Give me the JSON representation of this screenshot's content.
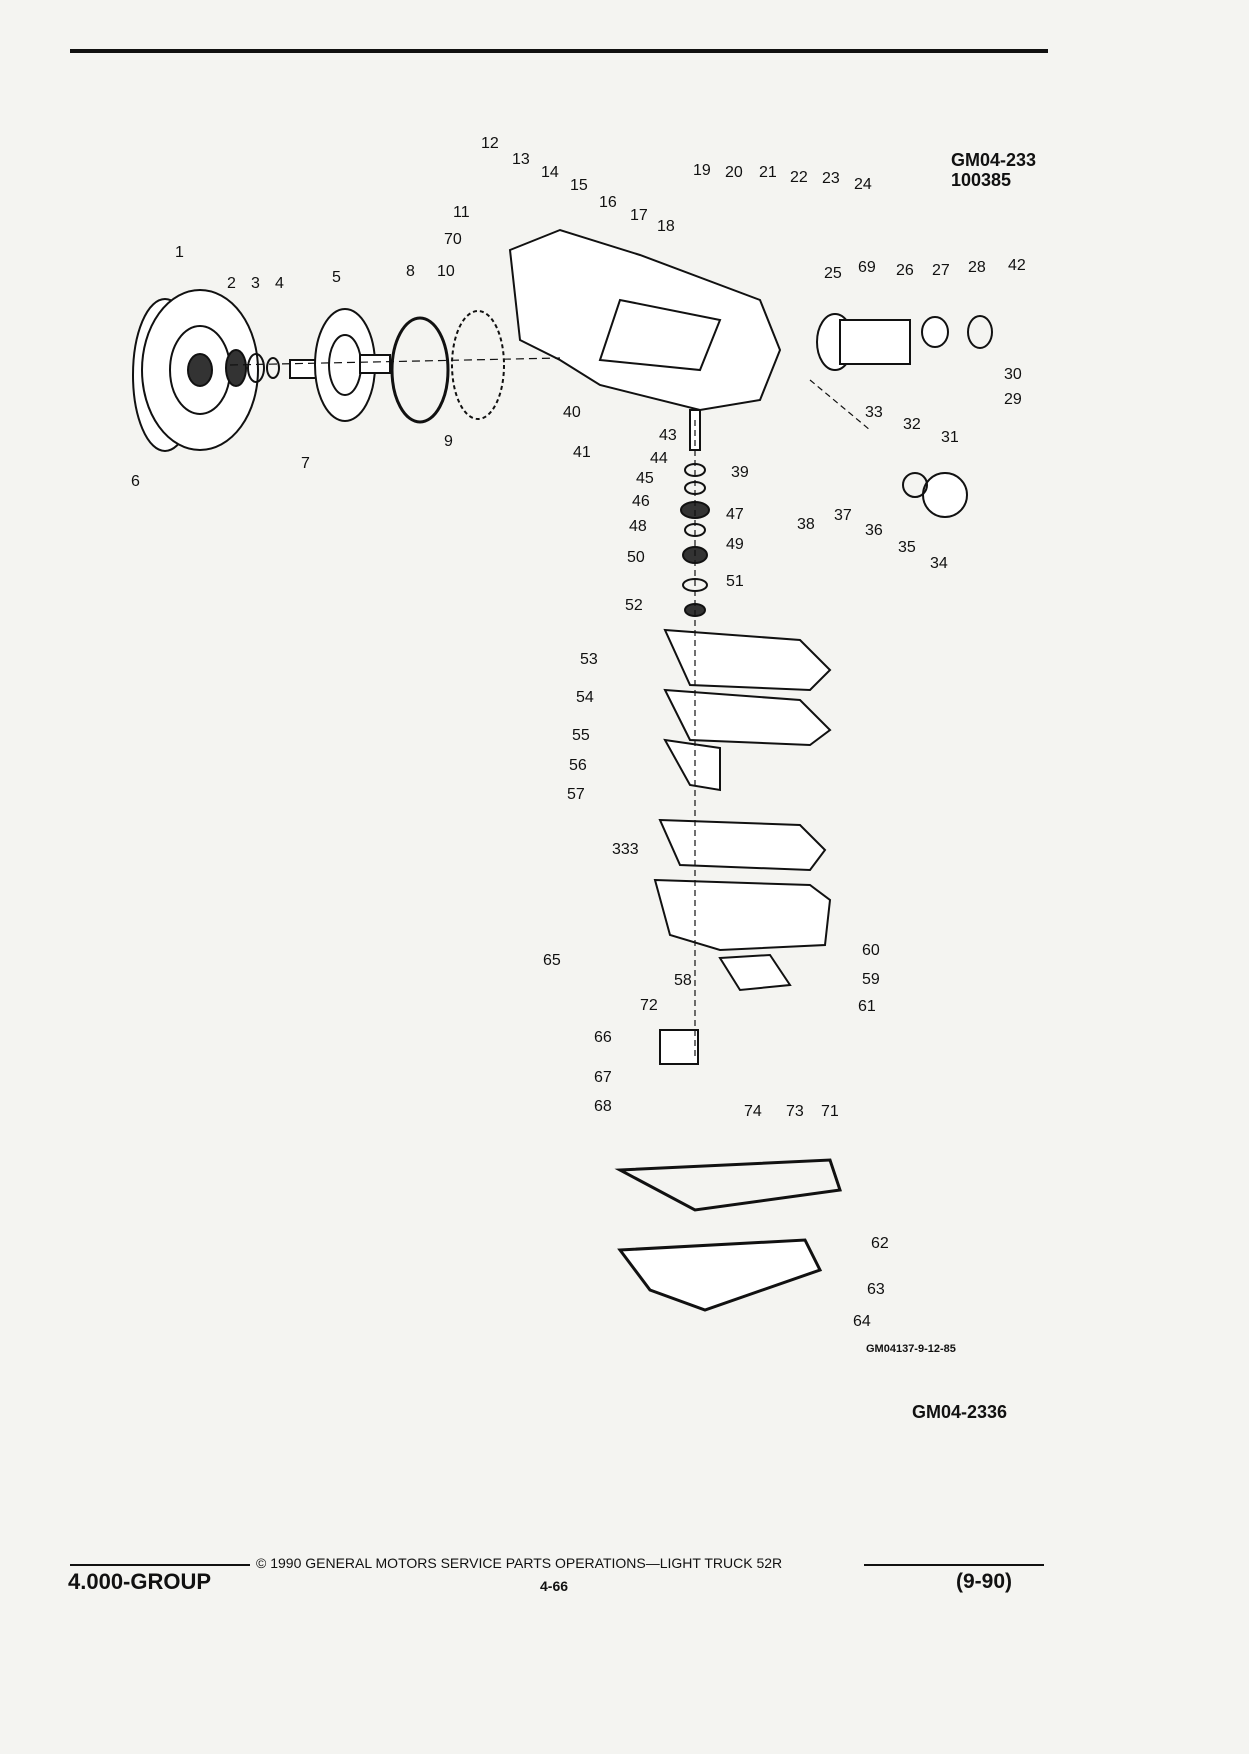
{
  "header": {
    "diagram_id": "GM04-233",
    "diagram_id_2": "100385",
    "caption": "GM04137-9-12-85",
    "figure_id": "GM04-2336"
  },
  "footer": {
    "copyright": "© 1990 GENERAL MOTORS SERVICE PARTS OPERATIONS—LIGHT TRUCK 52R",
    "group": "4.000-GROUP",
    "page": "4-66",
    "revision": "(9-90)"
  },
  "callouts": [
    "1",
    "2",
    "3",
    "4",
    "5",
    "6",
    "7",
    "8",
    "9",
    "10",
    "11",
    "12",
    "13",
    "14",
    "15",
    "16",
    "17",
    "18",
    "19",
    "20",
    "21",
    "22",
    "23",
    "24",
    "25",
    "26",
    "27",
    "28",
    "29",
    "30",
    "31",
    "32",
    "33",
    "34",
    "35",
    "36",
    "37",
    "38",
    "39",
    "40",
    "41",
    "42",
    "43",
    "44",
    "45",
    "46",
    "47",
    "48",
    "49",
    "50",
    "51",
    "52",
    "53",
    "54",
    "55",
    "56",
    "57",
    "58",
    "59",
    "60",
    "61",
    "62",
    "63",
    "64",
    "65",
    "66",
    "67",
    "68",
    "69",
    "70",
    "71",
    "72",
    "73",
    "74",
    "333"
  ]
}
